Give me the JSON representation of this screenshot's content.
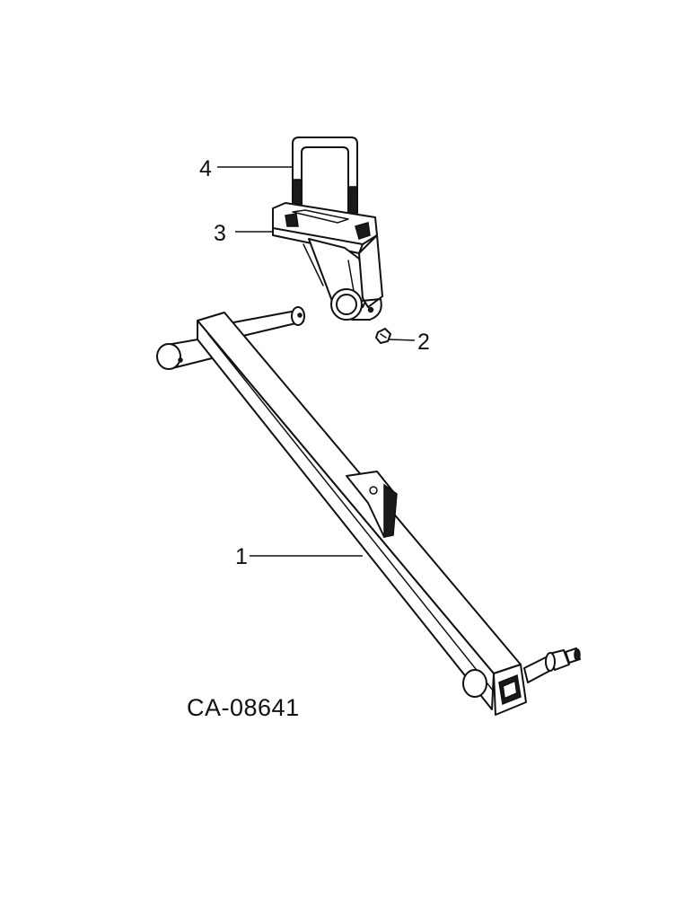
{
  "figure": {
    "id_label": "CA-08641"
  },
  "callouts": [
    {
      "number": "1",
      "part": "axle-beam"
    },
    {
      "number": "2",
      "part": "grease-fitting"
    },
    {
      "number": "3",
      "part": "pivot-bracket"
    },
    {
      "number": "4",
      "part": "u-bolt"
    }
  ]
}
